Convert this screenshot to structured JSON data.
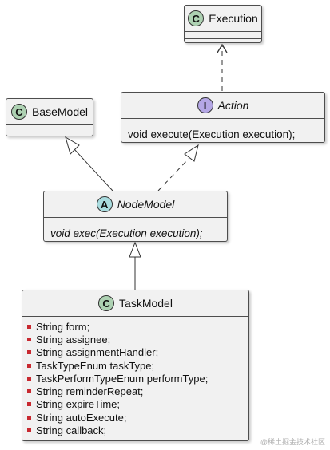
{
  "classes": {
    "execution": {
      "stereotype": "C",
      "name": "Execution"
    },
    "action": {
      "stereotype": "I",
      "name": "Action",
      "methods": [
        "void execute(Execution execution);"
      ]
    },
    "basemodel": {
      "stereotype": "C",
      "name": "BaseModel"
    },
    "nodemodel": {
      "stereotype": "A",
      "name": "NodeModel",
      "methods": [
        "void exec(Execution execution);"
      ]
    },
    "taskmodel": {
      "stereotype": "C",
      "name": "TaskModel",
      "fields": [
        "String form;",
        "String assignee;",
        "String assignmentHandler;",
        "TaskTypeEnum taskType;",
        "TaskPerformTypeEnum performType;",
        "String reminderRepeat;",
        "String expireTime;",
        "String autoExecute;",
        "String callback;"
      ]
    }
  },
  "relations": [
    {
      "from": "Action",
      "to": "Execution",
      "type": "dependency"
    },
    {
      "from": "NodeModel",
      "to": "BaseModel",
      "type": "inheritance"
    },
    {
      "from": "NodeModel",
      "to": "Action",
      "type": "realization"
    },
    {
      "from": "TaskModel",
      "to": "NodeModel",
      "type": "inheritance"
    }
  ],
  "colors": {
    "class_badge": "#add1b2",
    "interface_badge": "#b4a7e5",
    "abstract_badge": "#a9dcdf",
    "field_visibility": "#c82930",
    "box_fill": "#f1f1f1",
    "border": "#4d4d4d"
  },
  "watermark": "@稀土掘金技术社区"
}
